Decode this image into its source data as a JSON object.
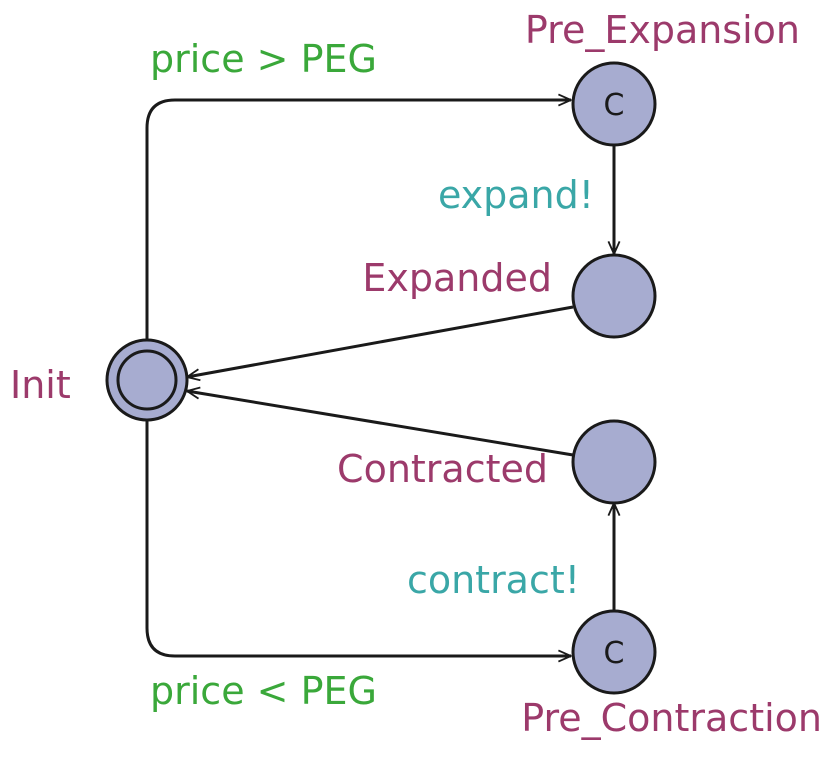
{
  "colors": {
    "state_fill": "#a7acd0",
    "state_stroke": "#1a1a1a",
    "edge": "#1a1a1a",
    "state_label": "#9c3a6b",
    "guard_label": "#3aa83a",
    "sync_label": "#3aa7a7"
  },
  "states": {
    "init": {
      "name": "Init",
      "initial": true
    },
    "pre_expansion": {
      "name": "Pre_Expansion",
      "committed": true,
      "mark": "C"
    },
    "expanded": {
      "name": "Expanded"
    },
    "contracted": {
      "name": "Contracted"
    },
    "pre_contraction": {
      "name": "Pre_Contraction",
      "committed": true,
      "mark": "C"
    }
  },
  "edges": {
    "to_pre_expansion": {
      "guard": "price > PEG"
    },
    "expand": {
      "sync": "expand!"
    },
    "contract": {
      "sync": "contract!"
    },
    "to_pre_contraction": {
      "guard": "price < PEG"
    }
  }
}
